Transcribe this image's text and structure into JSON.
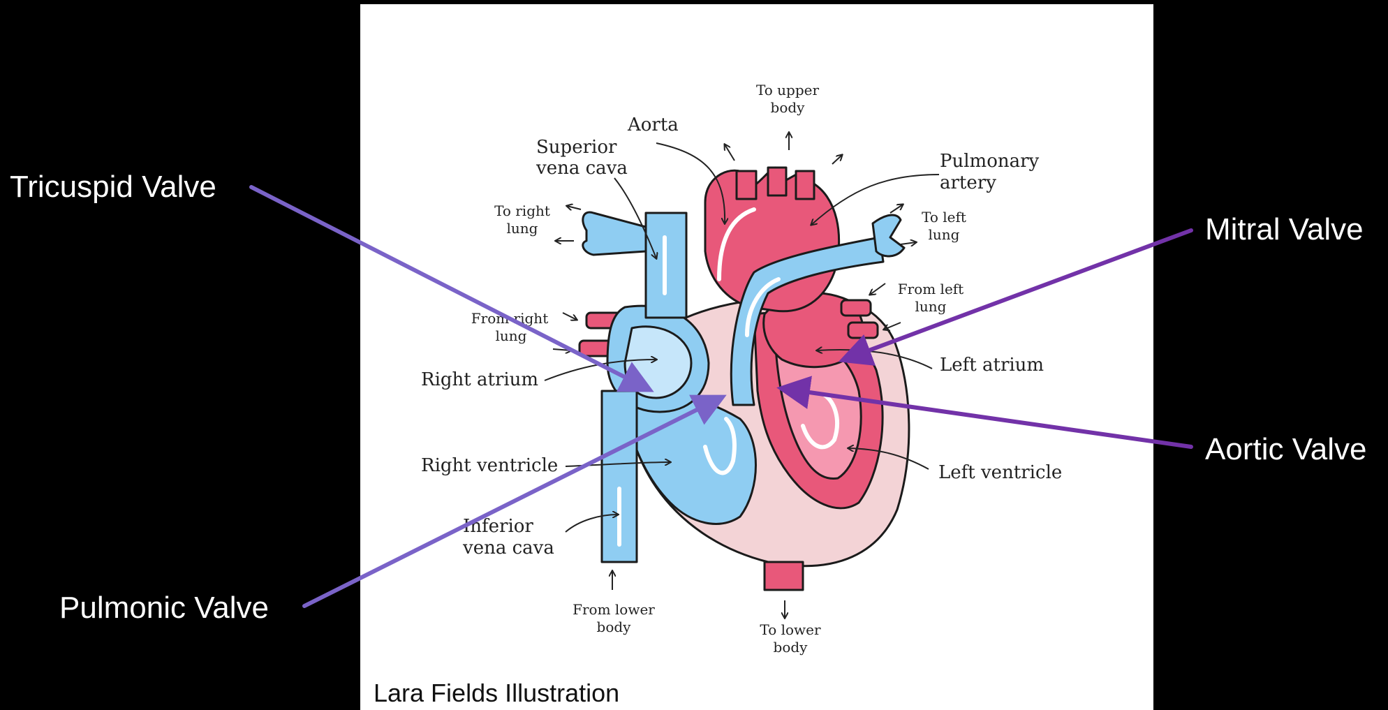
{
  "callouts": {
    "tricuspid": "Tricuspid Valve",
    "pulmonic": "Pulmonic Valve",
    "mitral": "Mitral Valve",
    "aortic": "Aortic Valve"
  },
  "labels": {
    "aorta": "Aorta",
    "superior_vena_cava": [
      "Superior",
      "vena cava"
    ],
    "to_upper_body": [
      "To upper",
      "body"
    ],
    "pulmonary_artery": [
      "Pulmonary",
      "artery"
    ],
    "to_right_lung": [
      "To right",
      "lung"
    ],
    "to_left_lung": [
      "To left",
      "lung"
    ],
    "from_right_lung": [
      "From right",
      "lung"
    ],
    "from_left_lung": [
      "From left",
      "lung"
    ],
    "right_atrium": "Right atrium",
    "left_atrium": "Left atrium",
    "right_ventricle": "Right ventricle",
    "left_ventricle": "Left ventricle",
    "inferior_vena_cava": [
      "Inferior",
      "vena cava"
    ],
    "from_lower_body": [
      "From lower",
      "body"
    ],
    "to_lower_body": [
      "To lower",
      "body"
    ]
  },
  "credit": "Lara Fields Illustration",
  "colors": {
    "background": "#000000",
    "panel": "#ffffff",
    "deoxygenated": "#8fcdf2",
    "deoxygenated_light": "#c6e6fa",
    "oxygenated": "#e8587a",
    "oxygenated_light": "#f598b0",
    "heart_wall": "#f3d3d6",
    "arrow_light_purple": "#7a63c8",
    "arrow_dark_purple": "#7232a8"
  }
}
